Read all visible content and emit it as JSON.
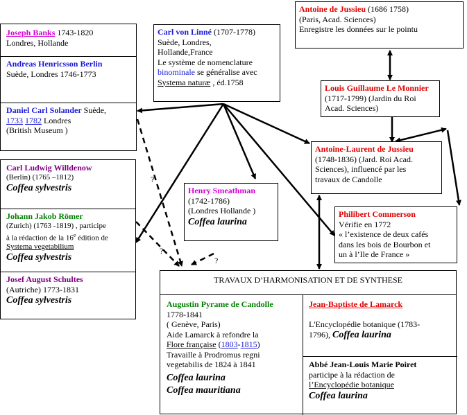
{
  "banks": {
    "name": "Joseph Banks",
    "dates": " 1743-1820",
    "place": "Londres, Hollande"
  },
  "berlin": {
    "name": "Andreas Henricsson Berlin",
    "detail": "Suède, Londres 1746-1773"
  },
  "solander": {
    "name": "Daniel Carl Solander",
    "place": " Suède,",
    "year1": "1733",
    "year2": "1782",
    "city": " Londres",
    "museum": "(British Museum )"
  },
  "linne": {
    "name": "Carl von Linné",
    "dates": " (1707-1778)",
    "l1": " Suède,  Londres,",
    "l2": "Hollande,France",
    "l3": "Le système de nomenclature",
    "binom": "binominale",
    "l4": " se généralise avec",
    "work": "Systema naturæ",
    "l5": " , éd.1758"
  },
  "antoine": {
    "name": "Antoine de Jussieu",
    "dates": " (1686 1758)",
    "l1": "(Paris, Acad. Sciences)",
    "l2": "Enregistre les données sur le pointu"
  },
  "monnier": {
    "name": "Louis Guillaume Le Monnier",
    "l1": "(1717-1799)  (Jardin du Roi",
    "l2": "Acad. Sciences)"
  },
  "laurent": {
    "name": "Antoine-Laurent de Jussieu",
    "l1": "(1748-1836) (Jard. Roi   Acad.",
    "l2": "Sciences), influencé par les",
    "l3": "travaux de Candolle"
  },
  "commerson": {
    "name": "Philibert Commerson",
    "l1": "  Vérifie  en 1772",
    "l2": "« l’existence de  deux cafés",
    "l3": "dans les bois de Bourbon et",
    "l4": "un  à l’Ile de France »"
  },
  "willdenow": {
    "name": "Carl Ludwig Willdenow",
    "l1": "(Berlin)  (1765 –1812)",
    "coffea": "Coffea sylvestris"
  },
  "roemer": {
    "name": "Johann Jakob Römer",
    "l1": " (Zurich) (1763 -1819) , participe",
    "l2a": "à la rédaction de la 16",
    "sup": "e",
    "l2b": " édition de",
    "work": "Systema vegetabilium",
    "coffea": "Coffea sylvestris"
  },
  "schultes": {
    "name": "Josef  August Schultes",
    "l1": "(Autriche) 1773-1831",
    "coffea": "Coffea sylvestris"
  },
  "smeathman": {
    "name": "Henry Smeathman",
    "l1": "(1742-1786)",
    "l2": " (Londres Hollande )",
    "coffea": "Coffea laurina"
  },
  "travaux": {
    "title": "TRAVAUX D’HARMONISATION ET DE SYNTHESE"
  },
  "candolle": {
    "name": "Augustin Pyrame de Candolle",
    "l1": "1778-1841",
    "l2": " ( Genève, Paris)",
    "l3": "Aide Lamarck à  refondre la",
    "work": "Flore française",
    "p1": " (",
    "y1": "1803",
    "dash": "-",
    "y2": "1815",
    "p2": ")",
    "l5": "Travaille à Prodromus regni",
    "l6": "vegetabilis de 1824 à 1841",
    "coffea1": "Coffea laurina",
    "coffea2": "Coffea mauritiana"
  },
  "lamarck": {
    "name": "Jean-Baptiste de Lamarck",
    "l1": "L'Encyclopédie botanique (1783-",
    "l2": "1796), ",
    "coffea": "Coffea laurina"
  },
  "poiret": {
    "name": "Abbé Jean-Louis Marie Poiret",
    "l1": "participe à  la rédaction de",
    "work": "l’Encyclopédie botanique",
    "coffea": "Coffea laurina"
  },
  "questions": [
    "?",
    "?",
    "?"
  ]
}
